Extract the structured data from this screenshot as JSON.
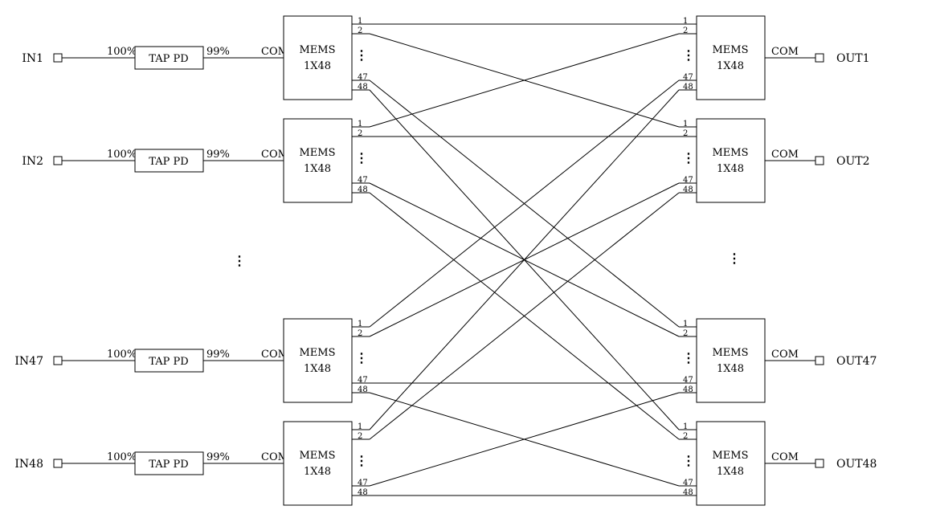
{
  "inputs": [
    {
      "label": "IN1"
    },
    {
      "label": "IN2"
    },
    {
      "label": "IN47"
    },
    {
      "label": "IN48"
    }
  ],
  "outputs": [
    {
      "label": "OUT1"
    },
    {
      "label": "OUT2"
    },
    {
      "label": "OUT47"
    },
    {
      "label": "OUT48"
    }
  ],
  "tap": {
    "label": "TAP PD",
    "in_pct": "100%",
    "out_pct": "99%"
  },
  "switch": {
    "line1": "MEMS",
    "line2": "1X48",
    "com": "COM"
  },
  "ports": {
    "p1": "1",
    "p2": "2",
    "p47": "47",
    "p48": "48"
  },
  "ellipsis": "⋮"
}
